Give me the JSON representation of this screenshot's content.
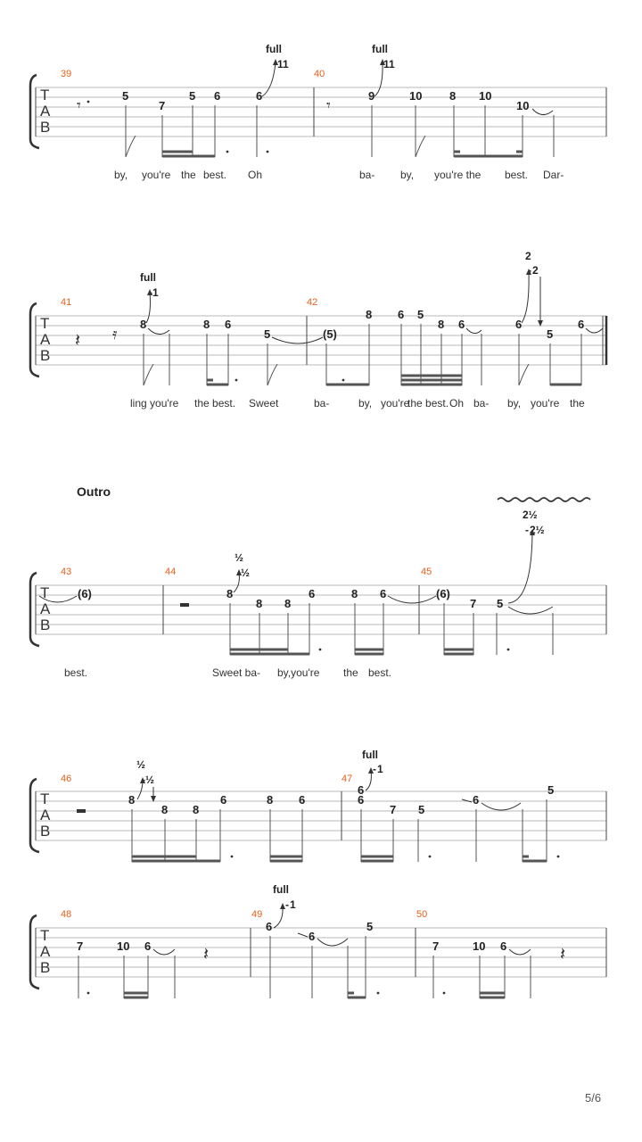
{
  "page": {
    "indicator": "5/6"
  },
  "section": {
    "outro": "Outro"
  },
  "tab_clef": [
    "T",
    "A",
    "B"
  ],
  "measures": [
    "39",
    "40",
    "41",
    "42",
    "43",
    "44",
    "45",
    "46",
    "47",
    "48",
    "49",
    "50"
  ],
  "notes": {
    "m39": [
      "5",
      "7",
      "5",
      "6",
      "6",
      "11"
    ],
    "m40": [
      "9",
      "11",
      "10",
      "8",
      "10",
      "10"
    ],
    "m41": [
      "8",
      "1",
      "8",
      "6",
      "5"
    ],
    "m42": [
      "(5)",
      "8",
      "6",
      "5",
      "8",
      "6",
      "6",
      "2",
      "5",
      "6"
    ],
    "m43": [
      "(6)"
    ],
    "m44": [
      "8",
      "½",
      "8",
      "8",
      "6",
      "8",
      "6"
    ],
    "m45": [
      "(6)",
      "7",
      "5",
      "2½"
    ],
    "m46": [
      "8",
      "½",
      "8",
      "8",
      "6",
      "8",
      "6"
    ],
    "m47": [
      "6",
      "1",
      "6",
      "7",
      "5",
      "6",
      "5"
    ],
    "m48": [
      "7",
      "10",
      "6"
    ],
    "m49": [
      "6",
      "1",
      "6",
      "5"
    ],
    "m50": [
      "7",
      "10",
      "6"
    ]
  },
  "bends": {
    "full": "full",
    "half": "½",
    "two": "2",
    "two_half": "2½"
  },
  "lyrics": {
    "sys1": [
      "by,",
      "you're",
      "the",
      "best.",
      "Oh",
      "ba-",
      "by,",
      "you're the",
      "best.",
      "Dar-"
    ],
    "sys2": [
      "ling you're",
      "the best.",
      "Sweet",
      "ba-",
      "by,",
      "you're",
      "the best.",
      "Oh",
      "ba-",
      "by,",
      "you're",
      "the"
    ],
    "sys3": [
      "best.",
      "Sweet ba-",
      "by,you're",
      "the",
      "best."
    ]
  }
}
